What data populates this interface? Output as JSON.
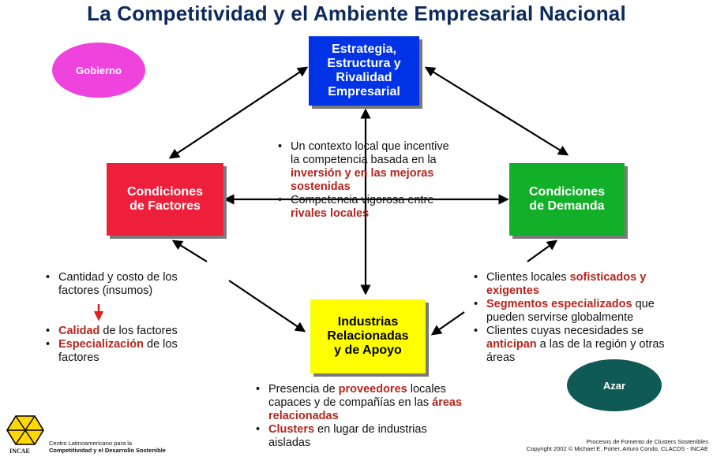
{
  "title": "La Competitividad y el Ambiente Empresarial Nacional",
  "colors": {
    "blue": "#0033e6",
    "red": "#ee1f3b",
    "green": "#12b028",
    "yellow": "#ffff00",
    "pink": "#ee44dd",
    "teal": "#0f5a54",
    "highlight": "#b3261e"
  },
  "boxes": {
    "strategy": "Estrategia,\nEstructura y\nRivalidad\nEmpresarial",
    "factors": "Condiciones\nde Factores",
    "demand": "Condiciones\nde Demanda",
    "industries": "Industrias\nRelacionadas\ny de Apoyo"
  },
  "ellipses": {
    "gobierno": "Gobierno",
    "azar": "Azar"
  },
  "center_notes": {
    "n1_a": "Un contexto local que incentive la competencia basada en la ",
    "n1_hl": "inversión y en las mejoras sostenidas",
    "n2_a": "Competencia vigorosa entre ",
    "n2_hl": "rivales locales"
  },
  "left_notes": {
    "n1": "Cantidad y costo de los factores (insumos)",
    "n2_hl": "Calidad",
    "n2_b": " de los factores",
    "n3_hl": "Especialización",
    "n3_b": " de los factores"
  },
  "right_notes": {
    "n1_a": "Clientes locales ",
    "n1_hl": "sofisticados y exigentes",
    "n2_hl": "Segmentos especializados",
    "n2_b": " que pueden servirse globalmente",
    "n3_a": "Clientes cuyas necesidades se ",
    "n3_hl": "anticipan",
    "n3_b": " a las de la región y otras áreas"
  },
  "bottom_notes": {
    "n1_a": "Presencia de ",
    "n1_hl": "proveedores",
    "n1_b": " locales capaces y de compañías en las ",
    "n1_hl2": "áreas relacionadas",
    "n2_hl": "Clusters",
    "n2_b": " en lugar de industrias aisladas"
  },
  "footer": {
    "logo_text": "INCAE",
    "org_line1": "Centro Latinoamericano para la",
    "org_line2": "Competitividad y el Desarrollo Sostenible",
    "right_line1": "Procesos de Fomento de Clusters Sostenibles",
    "right_line2": "Copyright 2002 © Michael E. Porter, Arturo Condo, CLACDS - INCAE"
  }
}
